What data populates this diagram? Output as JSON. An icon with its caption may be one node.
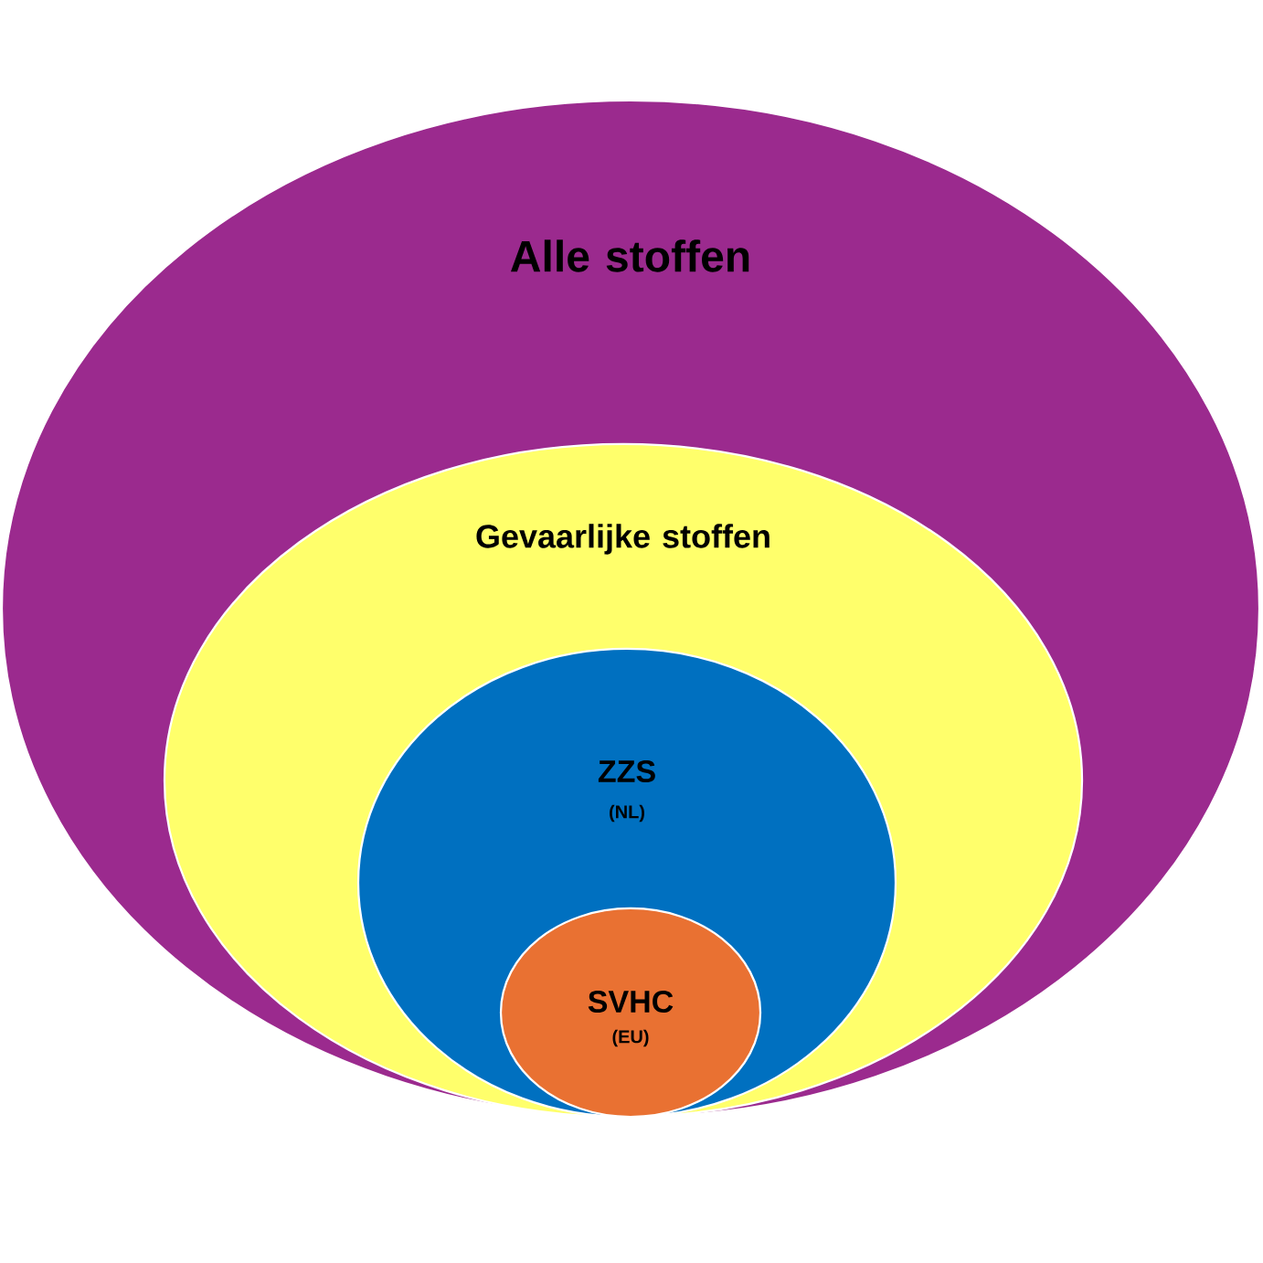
{
  "diagram": {
    "nodes": [
      {
        "text": [
          "Alle stoffen"
        ]
      },
      {
        "text": [
          "Gevaarlijke stoffen"
        ],
        "in": 0
      },
      {
        "text": [
          "ZZS",
          "(NL)"
        ],
        "in": 1
      },
      {
        "text": [
          "SVHC",
          "(EU)"
        ],
        "in": 2
      }
    ]
  }
}
